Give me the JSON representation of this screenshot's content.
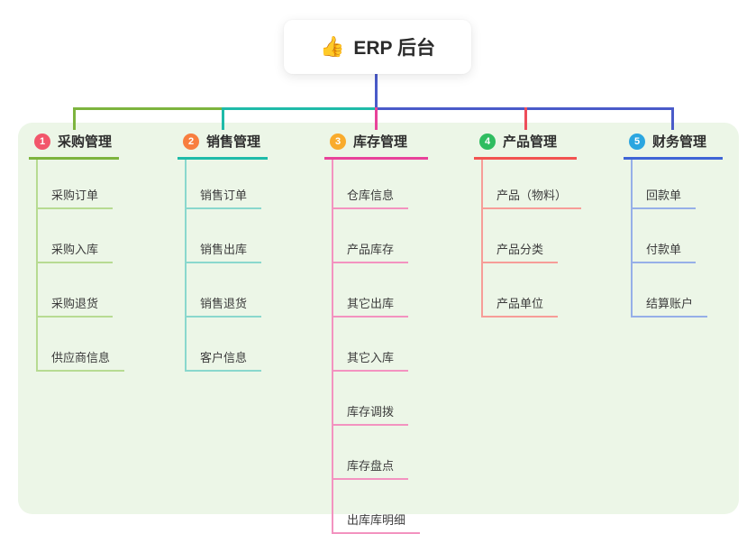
{
  "root": {
    "emoji": "👍",
    "title": "ERP 后台"
  },
  "connectors": {
    "stem_color": "#4a5bc9",
    "segments": {
      "left_green": "#7db43e",
      "mid_teal": "#1fbba9",
      "right_blue": "#4a5bc9"
    },
    "drops": [
      "#7db43e",
      "#1fbba9",
      "#e8429a",
      "#ee4d5a",
      "#4a5bc9"
    ]
  },
  "colors": {
    "panel_bg": "#ecf6e7",
    "title_text": "#2e2e2e",
    "child_text": "#3c3c3c"
  },
  "branches": [
    {
      "number": "1",
      "title": "采购管理",
      "badge_color": "#f2566b",
      "line_color": "#7db43e",
      "child_line_color": "#b7db92",
      "children": [
        "采购订单",
        "采购入库",
        "采购退货",
        "供应商信息"
      ]
    },
    {
      "number": "2",
      "title": "销售管理",
      "badge_color": "#f87e3f",
      "line_color": "#1fbba9",
      "child_line_color": "#8ad8cd",
      "children": [
        "销售订单",
        "销售出库",
        "销售退货",
        "客户信息"
      ]
    },
    {
      "number": "3",
      "title": "库存管理",
      "badge_color": "#f9ab2c",
      "line_color": "#e8429a",
      "child_line_color": "#f393c0",
      "children": [
        "仓库信息",
        "产品库存",
        "其它出库",
        "其它入库",
        "库存调拨",
        "库存盘点",
        "出库库明细"
      ]
    },
    {
      "number": "4",
      "title": "产品管理",
      "badge_color": "#2fbd60",
      "line_color": "#f25350",
      "child_line_color": "#f79d98",
      "children": [
        "产品（物料）",
        "产品分类",
        "产品单位"
      ]
    },
    {
      "number": "5",
      "title": "财务管理",
      "badge_color": "#2ba6e0",
      "line_color": "#3f64d6",
      "child_line_color": "#96afe8",
      "children": [
        "回款单",
        "付款单",
        "结算账户"
      ]
    }
  ]
}
